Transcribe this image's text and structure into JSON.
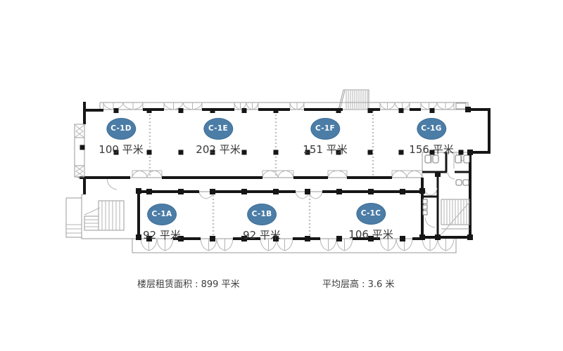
{
  "floor_plan": {
    "units": [
      {
        "id": "C-1D",
        "area": "100 平米"
      },
      {
        "id": "C-1E",
        "area": "202 平米"
      },
      {
        "id": "C-1F",
        "area": "151 平米"
      },
      {
        "id": "C-1G",
        "area": "156 平米"
      },
      {
        "id": "C-1A",
        "area": "92 平米"
      },
      {
        "id": "C-1B",
        "area": "92 平米"
      },
      {
        "id": "C-1C",
        "area": "106 平米"
      }
    ],
    "stats": {
      "rental_area": "楼层租赁面积 : 899 平米",
      "floor_height": "平均层高 : 3.6 米"
    },
    "colors": {
      "unit_badge": "#4b7da7",
      "wall": "#161616",
      "thin_line": "#9a9a9a"
    }
  }
}
